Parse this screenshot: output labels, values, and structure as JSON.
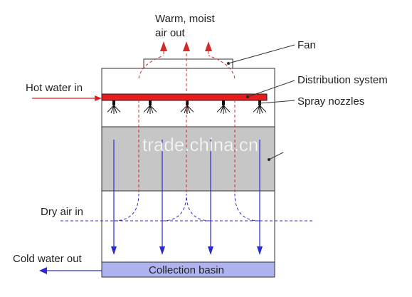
{
  "labels": {
    "warm_air_line1": "Warm, moist",
    "warm_air_line2": "air out",
    "fan": "Fan",
    "distribution": "Distribution system",
    "spray": "Spray nozzles",
    "hot_water": "Hot water in",
    "dry_air": "Dry air in",
    "cold_water": "Cold water out",
    "basin": "Collection basin"
  },
  "watermark": "trade.china.cn",
  "colors": {
    "pipe_red": "#e81c1c",
    "air_red": "#d42a2a",
    "water_blue": "#2a2ad0",
    "fill_gray": "#c6c6c6",
    "basin_blue": "#aeb2ee"
  }
}
